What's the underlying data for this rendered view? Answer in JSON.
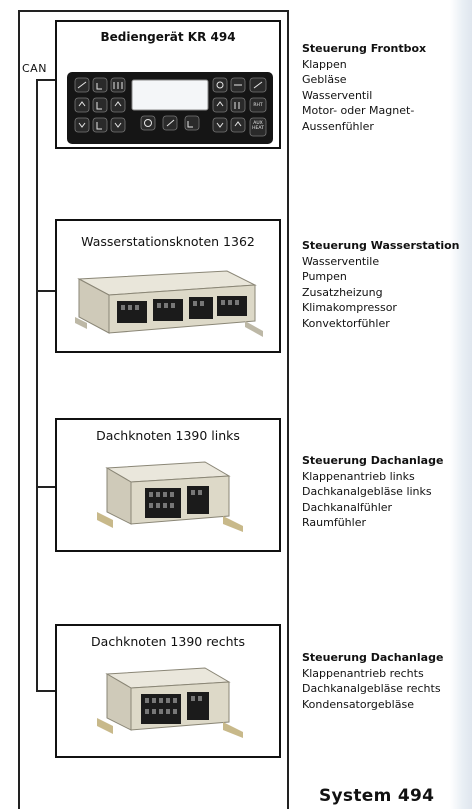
{
  "bus_label": "CAN",
  "nodes": [
    {
      "title": "Bediengerät KR 494",
      "panel_labels": [
        "RHT",
        "AUX HEAT"
      ],
      "side": {
        "heading": "Steuerung Frontbox",
        "items": [
          "Klappen",
          "Gebläse",
          "Wasserventil",
          "Motor- oder Magnet-",
          "Aussenfühler"
        ]
      }
    },
    {
      "title": "Wasserstationsknoten 1362",
      "side": {
        "heading": "Steuerung Wasserstation",
        "items": [
          "Wasserventile",
          "Pumpen",
          "Zusatzheizung",
          "Klimakompressor",
          "Konvektorfühler"
        ]
      }
    },
    {
      "title": "Dachknoten 1390 links",
      "side": {
        "heading": "Steuerung Dachanlage",
        "items": [
          "Klappenantrieb links",
          "Dachkanalgebläse links",
          "Dachkanalfühler",
          "Raumfühler"
        ]
      }
    },
    {
      "title": "Dachknoten 1390 rechts",
      "side": {
        "heading": "Steuerung Dachanlage",
        "items": [
          "Klappenantrieb rechts",
          "Dachkanalgebläse rechts",
          "Kondensatorgebläse"
        ]
      }
    }
  ],
  "system_label": "System 494"
}
